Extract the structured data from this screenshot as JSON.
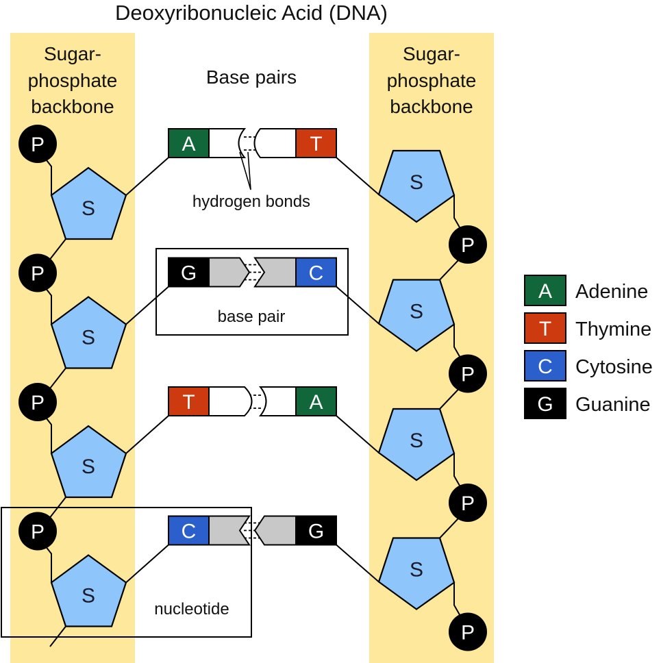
{
  "title": "Deoxyribonucleic Acid (DNA)",
  "column_labels": {
    "left": [
      "Sugar-",
      "phosphate",
      "backbone"
    ],
    "right": [
      "Sugar-",
      "phosphate",
      "backbone"
    ],
    "center": "Base pairs"
  },
  "annotations": {
    "hydrogen_bonds": "hydrogen bonds",
    "base_pair": "base pair",
    "nucleotide": "nucleotide"
  },
  "strand_symbols": {
    "phosphate": "P",
    "sugar": "S"
  },
  "colors": {
    "backbone_band": "#fde89b",
    "sugar": "#8ec5fa",
    "phosphate": "#000000",
    "adenine": "#12673a",
    "thymine": "#cd3a10",
    "cytosine": "#2b5fcb",
    "guanine": "#000000",
    "purine_pyrimidine_body_AT": "#ffffff",
    "purine_pyrimidine_body_GC": "#c8c8c8"
  },
  "base_pairs": [
    {
      "left": "A",
      "right": "T",
      "bond": "double"
    },
    {
      "left": "G",
      "right": "C",
      "bond": "triple"
    },
    {
      "left": "T",
      "right": "A",
      "bond": "double"
    },
    {
      "left": "C",
      "right": "G",
      "bond": "triple"
    }
  ],
  "legend": [
    {
      "letter": "A",
      "name": "Adenine",
      "color": "#12673a"
    },
    {
      "letter": "T",
      "name": "Thymine",
      "color": "#cd3a10"
    },
    {
      "letter": "C",
      "name": "Cytosine",
      "color": "#2b5fcb"
    },
    {
      "letter": "G",
      "name": "Guanine",
      "color": "#000000"
    }
  ]
}
